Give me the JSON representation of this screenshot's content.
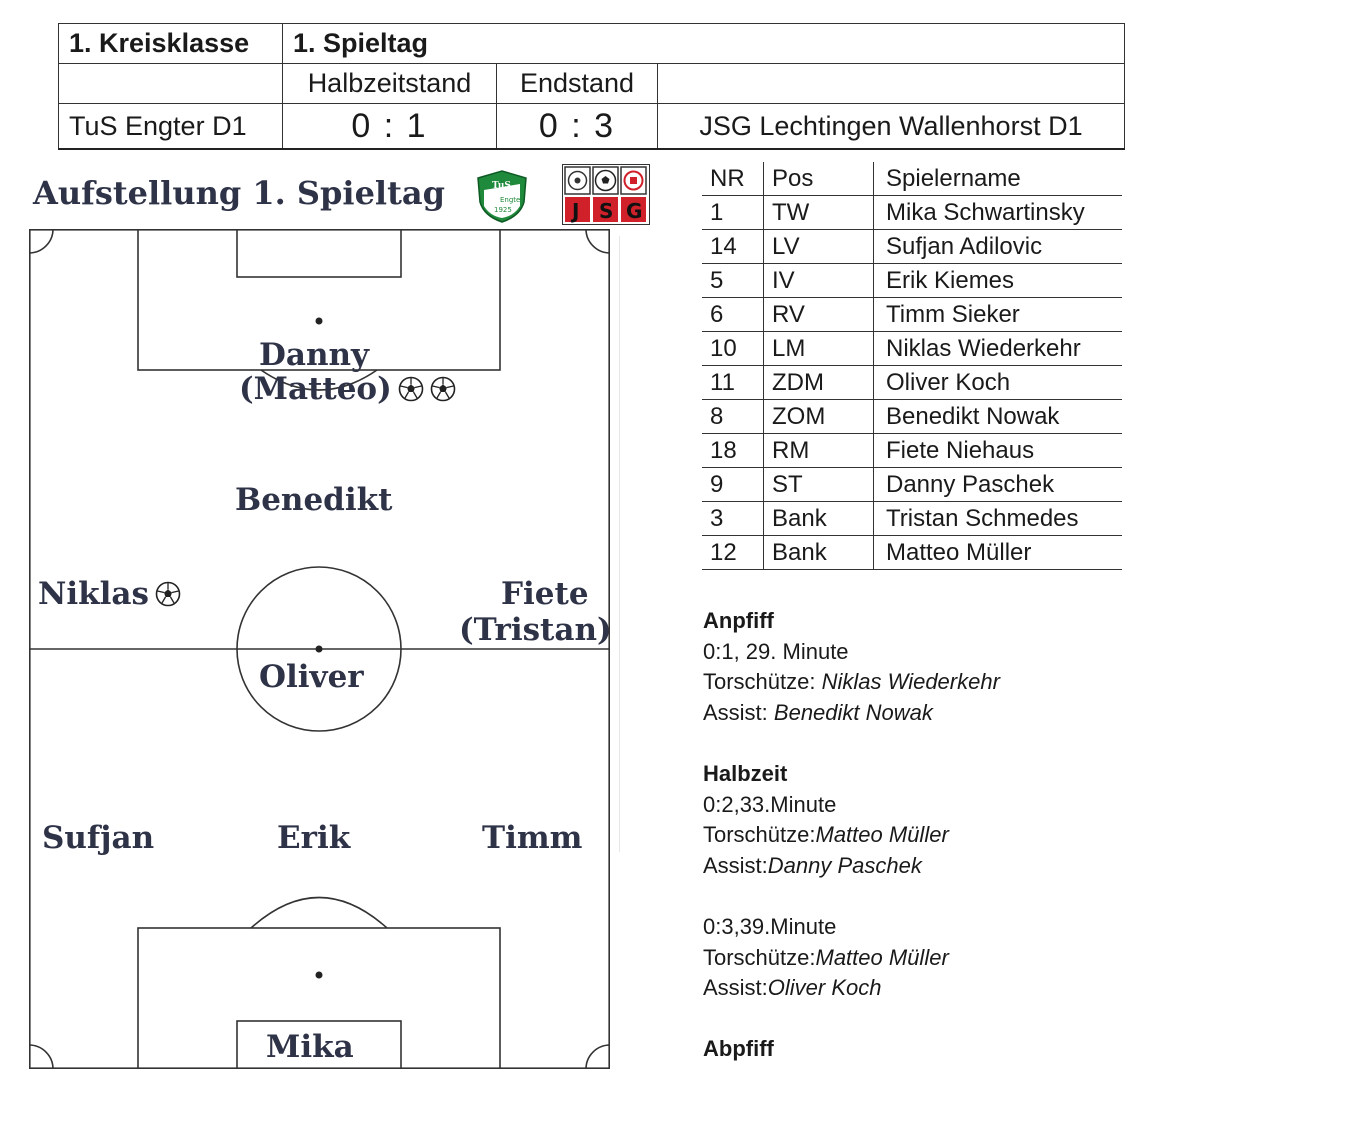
{
  "header": {
    "league": "1. Kreisklasse",
    "matchday": "1. Spieltag",
    "halftime_label": "Halbzeitstand",
    "fulltime_label": "Endstand",
    "home_team": "TuS Engter D1",
    "halftime_score": "0 : 1",
    "fulltime_score": "0 : 3",
    "away_team": "JSG Lechtingen Wallenhorst D1"
  },
  "lineup": {
    "title": "Aufstellung 1. Spieltag",
    "home_logo_text": [
      "TuS",
      "Engter",
      "1925"
    ],
    "away_logo_text": "JSG",
    "players": {
      "striker_line1": "Danny",
      "striker_line2": "(Matteo)",
      "center_attacking_mid": "Benedikt",
      "left_mid": "Niklas",
      "right_mid_line1": "Fiete",
      "right_mid_line2": "(Tristan)",
      "defensive_mid": "Oliver",
      "left_back": "Sufjan",
      "center_back": "Erik",
      "right_back": "Timm",
      "goalkeeper": "Mika"
    },
    "colors": {
      "home_green": "#1f8a3b",
      "away_red": "#d0202a",
      "name_color": "#2f3347"
    }
  },
  "roster": {
    "headers": [
      "NR",
      "Pos",
      "Spielername"
    ],
    "rows": [
      [
        "1",
        "TW",
        "Mika Schwartinsky"
      ],
      [
        "14",
        "LV",
        "Sufjan Adilovic"
      ],
      [
        "5",
        "IV",
        "Erik Kiemes"
      ],
      [
        "6",
        "RV",
        "Timm Sieker"
      ],
      [
        "10",
        "LM",
        "Niklas Wiederkehr"
      ],
      [
        "11",
        "ZDM",
        "Oliver Koch"
      ],
      [
        "8",
        "ZOM",
        "Benedikt Nowak"
      ],
      [
        "18",
        "RM",
        "Fiete Niehaus"
      ],
      [
        "9",
        "ST",
        "Danny Paschek"
      ],
      [
        "3",
        "Bank",
        "Tristan Schmedes"
      ],
      [
        "12",
        "Bank",
        "Matteo Müller"
      ]
    ]
  },
  "report": {
    "kickoff": "Anpfiff",
    "goal1": {
      "minute": "0:1, 29. Minute",
      "scorer_label": "Torschütze: ",
      "scorer": "Niklas Wiederkehr",
      "assist_label": "Assist: ",
      "assist": "Benedikt Nowak"
    },
    "halftime": "Halbzeit",
    "goal2": {
      "minute": "0:2,33.Minute",
      "scorer_label": "Torschütze:",
      "scorer": "Matteo Müller",
      "assist_label": "Assist:",
      "assist": "Danny Paschek"
    },
    "goal3": {
      "minute": "0:3,39.Minute",
      "scorer_label": "Torschütze:",
      "scorer": "Matteo Müller",
      "assist_label": "Assist:",
      "assist": "Oliver Koch"
    },
    "fulltime": "Abpfiff"
  }
}
